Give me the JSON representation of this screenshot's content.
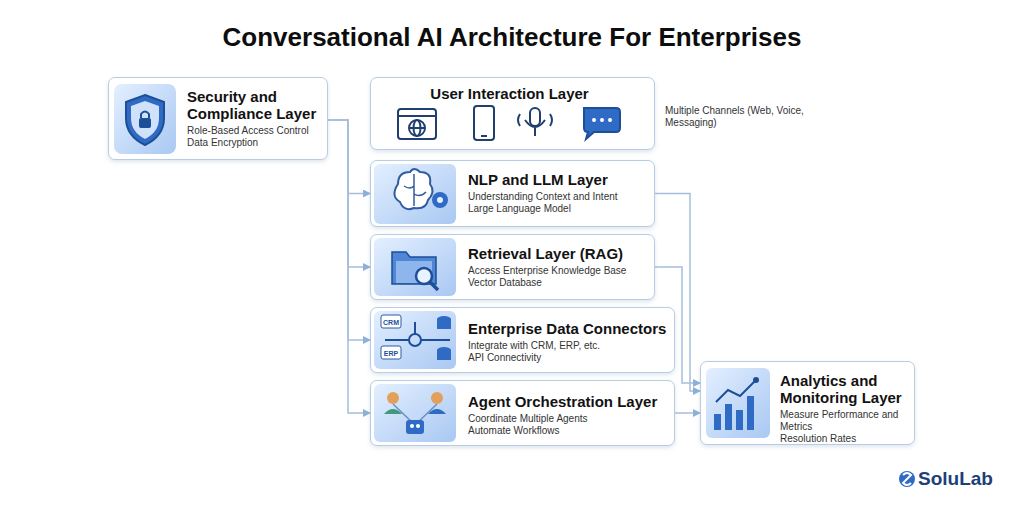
{
  "diagram": {
    "title": "Conversational AI Architecture For Enterprises",
    "nodes": [
      {
        "text": [
          "Security and Compliance Layer",
          "Role-Based Access Control",
          "Data Encryption"
        ]
      },
      {
        "text": [
          "User Interaction Layer"
        ]
      },
      {
        "text": [
          "NLP and LLM Layer",
          "Understanding Context and Intent",
          "Large Language Model"
        ]
      },
      {
        "text": [
          "Retrieval Layer (RAG)",
          "Access Enterprise Knowledge Base",
          "Vector Database"
        ]
      },
      {
        "text": [
          "Enterprise Data Connectors",
          "Integrate with CRM, ERP, etc.",
          "API Connectivity"
        ]
      },
      {
        "text": [
          "Agent Orchestration Layer",
          "Coordinate Multiple Agents",
          "Automate Workflows"
        ]
      },
      {
        "text": [
          "Analytics and Monitoring Layer",
          "Measure Performance and Metrics",
          "Resolution Rates"
        ]
      }
    ],
    "edges": [
      {
        "from": 0,
        "to": 2,
        "arrow": "to"
      },
      {
        "from": 0,
        "to": 3,
        "arrow": "to"
      },
      {
        "from": 0,
        "to": 4,
        "arrow": "to"
      },
      {
        "from": 0,
        "to": 5,
        "arrow": "to"
      },
      {
        "from": 2,
        "to": 6,
        "arrow": "to"
      },
      {
        "from": 3,
        "to": 6,
        "arrow": "to"
      },
      {
        "from": 5,
        "to": 6,
        "arrow": "to"
      }
    ],
    "labels": [
      "Multiple Channels (Web, Voice, Messaging)",
      "CRM",
      "ERP",
      "SoluLab"
    ]
  }
}
